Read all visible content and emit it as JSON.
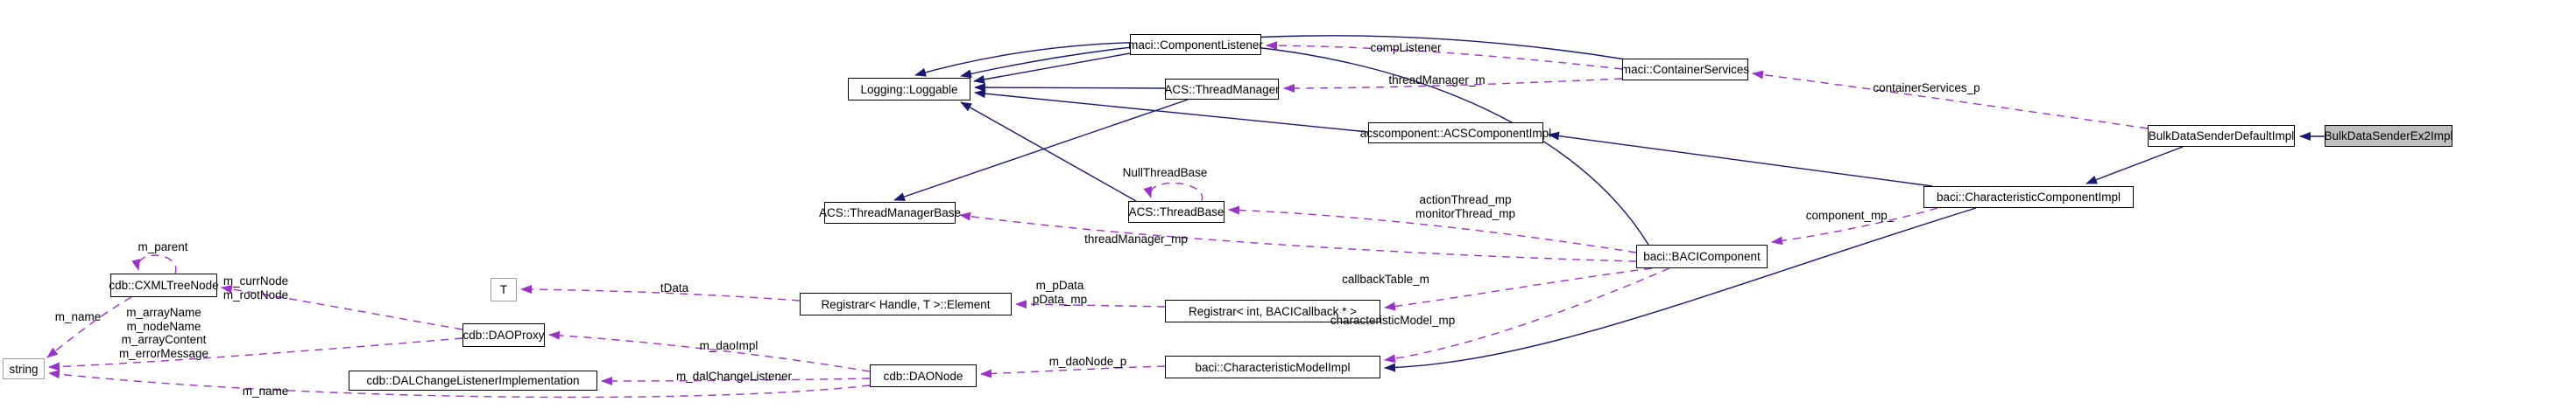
{
  "diagram": {
    "type": "doxygen-collaboration-graph",
    "selected_node": "BulkDataSenderEx2Impl",
    "colors": {
      "inheritance_edge": "#191970",
      "usage_edge": "#9a32cd",
      "selected_node_bg": "#bfbfbf",
      "node_border": "#000000",
      "external_node_border": "#9d9d9d"
    },
    "nodes": {
      "component_listener": "maci::ComponentListener",
      "container_services": "maci::ContainerServices",
      "loggable": "Logging::Loggable",
      "thread_manager": "ACS::ThreadManager",
      "acs_component_impl": "acscomponent::ACSComponentImpl",
      "bulk_data_sender_default_impl": "BulkDataSenderDefaultImpl",
      "bulk_data_sender_ex2_impl": "BulkDataSenderEx2Impl",
      "thread_manager_base": "ACS::ThreadManagerBase",
      "thread_base": "ACS::ThreadBase",
      "characteristic_component_impl": "baci::CharacteristicComponentImpl",
      "baci_component": "baci::BACIComponent",
      "cxml_tree_node": "cdb::CXMLTreeNode",
      "t": "T",
      "dao_proxy": "cdb::DAOProxy",
      "dal_change_listener_implementation": "cdb::DALChangeListenerImplementation",
      "registrar_element": "Registrar< Handle, T >::Element",
      "dao_node": "cdb::DAONode",
      "registrar_int": "Registrar< int, BACICallback * >",
      "characteristic_model_impl": "baci::CharacteristicModelImpl",
      "string": "string"
    },
    "edge_labels": {
      "comp_listener": "compListener",
      "thread_manager_m": "threadManager_m",
      "container_services_p": "containerServices_p",
      "null_thread_base": "NullThreadBase",
      "action_monitor_thread": "actionThread_mp\nmonitorThread_mp",
      "thread_manager_mp": "threadManager_mp",
      "component_mp": "component_mp_",
      "callback_table_m": "callbackTable_m",
      "characteristic_model_mp": "characteristicModel_mp",
      "m_pdata": "m_pData\npData_mp",
      "t_data": "tData",
      "m_curr_root_node": "m_currNode\nm_rootNode",
      "m_parent": "m_parent",
      "m_name_upper": "m_name",
      "m_array_fields": "m_arrayName\nm_nodeName\nm_arrayContent\nm_errorMessage",
      "m_dao_impl": "m_daoImpl",
      "m_dal_change_listener": "m_dalChangeListener",
      "m_dao_node_p": "m_daoNode_p",
      "m_name_lower": "m_name"
    },
    "relations": [
      {
        "from": "bulk_data_sender_ex2_impl",
        "to": "bulk_data_sender_default_impl",
        "style": "inheritance"
      },
      {
        "from": "bulk_data_sender_default_impl",
        "to": "characteristic_component_impl",
        "style": "inheritance"
      },
      {
        "from": "characteristic_component_impl",
        "to": "acs_component_impl",
        "style": "inheritance"
      },
      {
        "from": "characteristic_component_impl",
        "to": "characteristic_model_impl",
        "style": "inheritance"
      },
      {
        "from": "acs_component_impl",
        "to": "loggable",
        "style": "inheritance"
      },
      {
        "from": "component_listener",
        "to": "loggable",
        "style": "inheritance"
      },
      {
        "from": "thread_manager",
        "to": "loggable",
        "style": "inheritance"
      },
      {
        "from": "thread_manager",
        "to": "thread_manager_base",
        "style": "inheritance"
      },
      {
        "from": "thread_base",
        "to": "loggable",
        "style": "inheritance"
      },
      {
        "from": "container_services",
        "to": "loggable",
        "style": "inheritance"
      },
      {
        "from": "baci_component",
        "to": "loggable",
        "style": "inheritance"
      },
      {
        "from": "container_services",
        "to": "component_listener",
        "style": "usage",
        "label": "compListener"
      },
      {
        "from": "container_services",
        "to": "thread_manager",
        "style": "usage",
        "label": "threadManager_m"
      },
      {
        "from": "bulk_data_sender_default_impl",
        "to": "container_services",
        "style": "usage",
        "label": "containerServices_p"
      },
      {
        "from": "thread_base",
        "to": "thread_base",
        "style": "usage",
        "label": "NullThreadBase"
      },
      {
        "from": "baci_component",
        "to": "thread_base",
        "style": "usage",
        "label": "actionThread_mp monitorThread_mp"
      },
      {
        "from": "baci_component",
        "to": "thread_manager_base",
        "style": "usage",
        "label": "threadManager_mp"
      },
      {
        "from": "characteristic_component_impl",
        "to": "baci_component",
        "style": "usage",
        "label": "component_mp_"
      },
      {
        "from": "baci_component",
        "to": "registrar_int",
        "style": "usage",
        "label": "callbackTable_m"
      },
      {
        "from": "baci_component",
        "to": "characteristic_model_impl",
        "style": "usage",
        "label": "characteristicModel_mp"
      },
      {
        "from": "registrar_int",
        "to": "registrar_element",
        "style": "usage",
        "label": "m_pData pData_mp"
      },
      {
        "from": "registrar_element",
        "to": "t",
        "style": "usage",
        "label": "tData"
      },
      {
        "from": "dao_proxy",
        "to": "cxml_tree_node",
        "style": "usage",
        "label": "m_currNode m_rootNode"
      },
      {
        "from": "cxml_tree_node",
        "to": "cxml_tree_node",
        "style": "usage",
        "label": "m_parent"
      },
      {
        "from": "cxml_tree_node",
        "to": "string",
        "style": "usage",
        "label": "m_name"
      },
      {
        "from": "dao_proxy",
        "to": "string",
        "style": "usage",
        "label": "m_arrayName m_nodeName m_arrayContent m_errorMessage"
      },
      {
        "from": "dao_node",
        "to": "dao_proxy",
        "style": "usage",
        "label": "m_daoImpl"
      },
      {
        "from": "dao_node",
        "to": "dal_change_listener_implementation",
        "style": "usage",
        "label": "m_dalChangeListener"
      },
      {
        "from": "dao_node",
        "to": "string",
        "style": "usage",
        "label": "m_name"
      },
      {
        "from": "characteristic_model_impl",
        "to": "dao_node",
        "style": "usage",
        "label": "m_daoNode_p"
      }
    ]
  }
}
